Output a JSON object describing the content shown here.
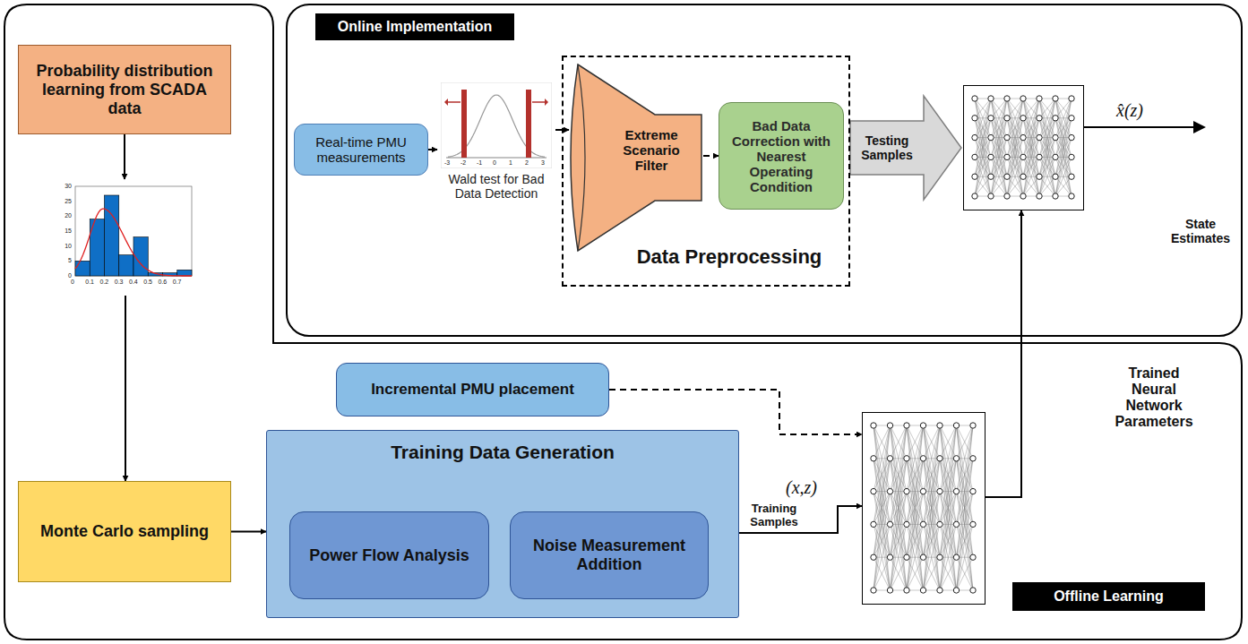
{
  "diagram": {
    "nodes": [
      {
        "text": [
          "Online Implementation"
        ]
      },
      {
        "text": [
          "Real-time PMU measurements"
        ]
      },
      {
        "text": [
          "-3",
          "-2",
          "-1",
          "0",
          "1",
          "2",
          "3",
          "Wald test for Bad Data Detection"
        ]
      },
      {
        "text": [
          "Data Preprocessing"
        ]
      },
      {
        "text": [
          "Extreme Scenario Filter"
        ],
        "in": 3
      },
      {
        "text": [
          "Bad Data Correction with Nearest Operating Condition"
        ],
        "in": 3
      },
      {
        "text": [
          "x̂(z)",
          "State Estimates"
        ]
      },
      {
        "text": [
          "Probability distribution learning from SCADA data"
        ]
      },
      {
        "text": [
          "30",
          "25",
          "20",
          "15",
          "10",
          "5",
          "0",
          "0",
          "0.1",
          "0.2",
          "0.3",
          "0.4",
          "0.5",
          "0.6",
          "0.7"
        ]
      },
      {
        "text": [
          "Monte Carlo sampling"
        ]
      },
      {
        "text": [
          "Incremental PMU placement"
        ]
      },
      {
        "text": [
          "Training Data Generation"
        ]
      },
      {
        "text": [
          "Power Flow Analysis"
        ],
        "in": 11
      },
      {
        "text": [
          "Noise Measurement Addition"
        ],
        "in": 11
      },
      {
        "text": [
          "(x,z)"
        ]
      },
      {
        "text": [
          "Offline Learning"
        ]
      }
    ],
    "edges": [
      {
        "from": 1,
        "to": 2,
        "arrow": "to"
      },
      {
        "from": 2,
        "to": 4,
        "arrow": "to"
      },
      {
        "from": 4,
        "to": 5,
        "arrow": "to"
      },
      {
        "from": 3,
        "to": 6,
        "label": "Testing Samples",
        "arrow": "to"
      },
      {
        "from": 7,
        "to": 8,
        "arrow": "to"
      },
      {
        "from": 8,
        "to": 9,
        "arrow": "to"
      },
      {
        "from": 9,
        "to": 11,
        "arrow": "to"
      },
      {
        "from": 11,
        "to": 14,
        "label": "Training Samples",
        "arrow": "to"
      },
      {
        "from": 10,
        "to": 14,
        "arrow": "to"
      },
      {
        "from": 14,
        "to": 6,
        "label": "Trained Neural Network Parameters",
        "arrow": "to"
      }
    ]
  }
}
